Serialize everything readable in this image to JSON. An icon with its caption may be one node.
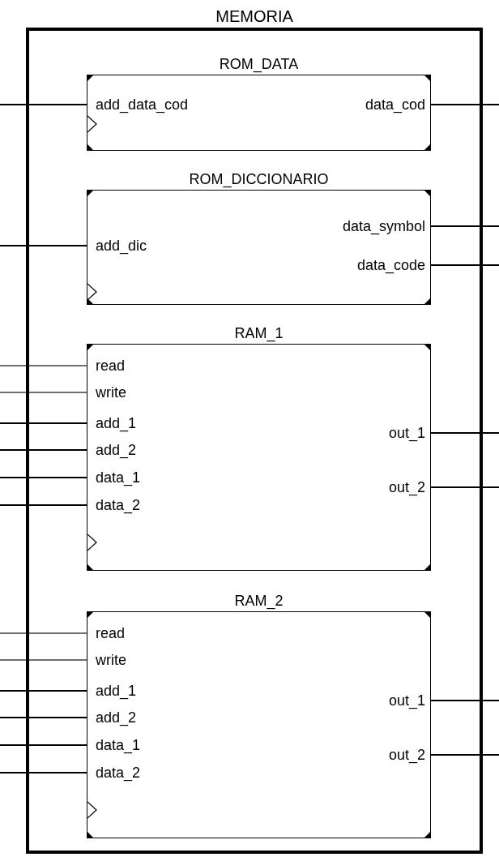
{
  "diagram": {
    "nodes": [
      {
        "text": [
          "MEMORIA"
        ]
      },
      {
        "text": [
          "ROM_DATA"
        ],
        "in": 0
      },
      {
        "text": [
          "add_data_cod"
        ],
        "in": 1
      },
      {
        "text": [
          "data_cod"
        ],
        "in": 1
      },
      {
        "text": [
          "ROM_DICCIONARIO"
        ],
        "in": 0
      },
      {
        "text": [
          "data_symbol"
        ],
        "in": 4
      },
      {
        "text": [
          "add_dic"
        ],
        "in": 4
      },
      {
        "text": [
          "data_code"
        ],
        "in": 4
      },
      {
        "text": [
          "RAM_1"
        ],
        "in": 0
      },
      {
        "text": [
          "read"
        ],
        "in": 8
      },
      {
        "text": [
          "write"
        ],
        "in": 8
      },
      {
        "text": [
          "add_1"
        ],
        "in": 8
      },
      {
        "text": [
          "add_2"
        ],
        "in": 8
      },
      {
        "text": [
          "data_1"
        ],
        "in": 8
      },
      {
        "text": [
          "data_2"
        ],
        "in": 8
      },
      {
        "text": [
          "out_1"
        ],
        "in": 8
      },
      {
        "text": [
          "out_2"
        ],
        "in": 8
      },
      {
        "text": [
          "RAM_2"
        ],
        "in": 0
      },
      {
        "text": [
          "read"
        ],
        "in": 17
      },
      {
        "text": [
          "write"
        ],
        "in": 17
      },
      {
        "text": [
          "add_1"
        ],
        "in": 17
      },
      {
        "text": [
          "add_2"
        ],
        "in": 17
      },
      {
        "text": [
          "data_1"
        ],
        "in": 17
      },
      {
        "text": [
          "data_2"
        ],
        "in": 17
      },
      {
        "text": [
          "out_1"
        ],
        "in": 17
      },
      {
        "text": [
          "out_2"
        ],
        "in": 17
      }
    ],
    "edges": [
      {
        "from": null,
        "to": 2,
        "arrow": "none"
      },
      {
        "from": 3,
        "to": null,
        "arrow": "none"
      },
      {
        "from": 5,
        "to": null,
        "arrow": "none"
      },
      {
        "from": null,
        "to": 6,
        "arrow": "none"
      },
      {
        "from": 7,
        "to": null,
        "arrow": "none"
      },
      {
        "from": null,
        "to": 9,
        "arrow": "none",
        "color": "#707070"
      },
      {
        "from": null,
        "to": 10,
        "arrow": "none",
        "color": "#707070"
      },
      {
        "from": null,
        "to": 11,
        "arrow": "none"
      },
      {
        "from": null,
        "to": 12,
        "arrow": "none"
      },
      {
        "from": null,
        "to": 13,
        "arrow": "none"
      },
      {
        "from": null,
        "to": 14,
        "arrow": "none"
      },
      {
        "from": 15,
        "to": null,
        "arrow": "none"
      },
      {
        "from": 16,
        "to": null,
        "arrow": "none"
      },
      {
        "from": null,
        "to": 18,
        "arrow": "none",
        "color": "#707070"
      },
      {
        "from": null,
        "to": 19,
        "arrow": "none",
        "color": "#707070"
      },
      {
        "from": null,
        "to": 20,
        "arrow": "none"
      },
      {
        "from": null,
        "to": 21,
        "arrow": "none"
      },
      {
        "from": null,
        "to": 22,
        "arrow": "none"
      },
      {
        "from": null,
        "to": 23,
        "arrow": "none"
      },
      {
        "from": 24,
        "to": null,
        "arrow": "none"
      },
      {
        "from": 25,
        "to": null,
        "arrow": "none"
      }
    ]
  }
}
